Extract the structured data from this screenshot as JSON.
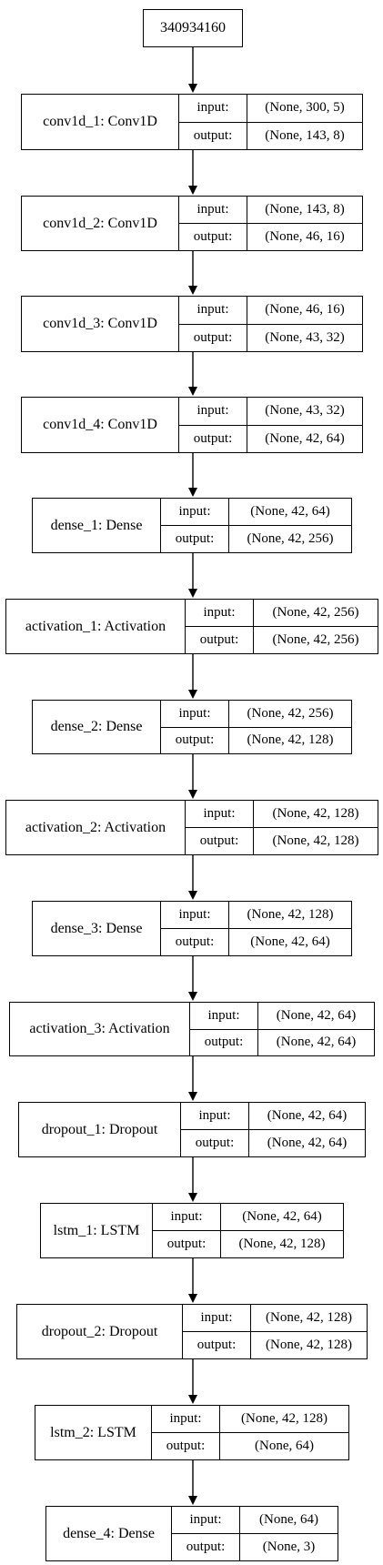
{
  "root": {
    "label": "340934160"
  },
  "io_labels": {
    "input": "input:",
    "output": "output:"
  },
  "layers": [
    {
      "name": "conv1d_1: Conv1D",
      "input": "(None, 300, 5)",
      "output": "(None, 143, 8)"
    },
    {
      "name": "conv1d_2: Conv1D",
      "input": "(None, 143, 8)",
      "output": "(None, 46, 16)"
    },
    {
      "name": "conv1d_3: Conv1D",
      "input": "(None, 46, 16)",
      "output": "(None, 43, 32)"
    },
    {
      "name": "conv1d_4: Conv1D",
      "input": "(None, 43, 32)",
      "output": "(None, 42, 64)"
    },
    {
      "name": "dense_1: Dense",
      "input": "(None, 42, 64)",
      "output": "(None, 42, 256)"
    },
    {
      "name": "activation_1: Activation",
      "input": "(None, 42, 256)",
      "output": "(None, 42, 256)"
    },
    {
      "name": "dense_2: Dense",
      "input": "(None, 42, 256)",
      "output": "(None, 42, 128)"
    },
    {
      "name": "activation_2: Activation",
      "input": "(None, 42, 128)",
      "output": "(None, 42, 128)"
    },
    {
      "name": "dense_3: Dense",
      "input": "(None, 42, 128)",
      "output": "(None, 42, 64)"
    },
    {
      "name": "activation_3: Activation",
      "input": "(None, 42, 64)",
      "output": "(None, 42, 64)"
    },
    {
      "name": "dropout_1: Dropout",
      "input": "(None, 42, 64)",
      "output": "(None, 42, 64)"
    },
    {
      "name": "lstm_1: LSTM",
      "input": "(None, 42, 64)",
      "output": "(None, 42, 128)"
    },
    {
      "name": "dropout_2: Dropout",
      "input": "(None, 42, 128)",
      "output": "(None, 42, 128)"
    },
    {
      "name": "lstm_2: LSTM",
      "input": "(None, 42, 128)",
      "output": "(None, 64)"
    },
    {
      "name": "dense_4: Dense",
      "input": "(None, 64)",
      "output": "(None, 3)"
    }
  ]
}
